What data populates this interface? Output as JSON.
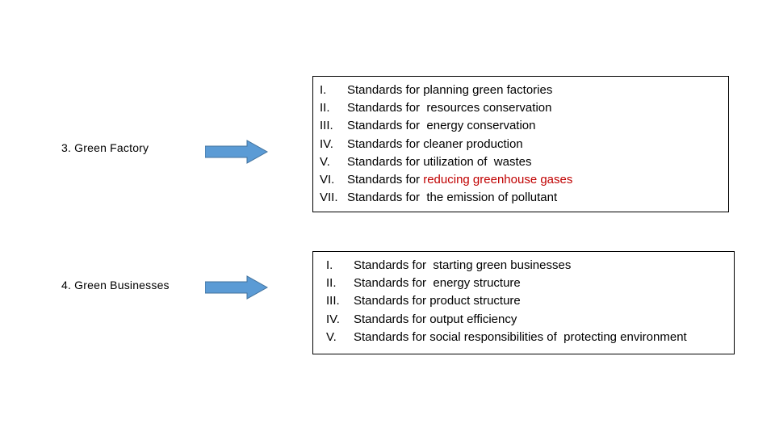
{
  "slide": {
    "rows": [
      {
        "label": "3. Green Factory",
        "arrow_name": "arrow-right-green-factory",
        "items": [
          {
            "numeral": "I.",
            "text": "Standards for planning green factories"
          },
          {
            "numeral": "II.",
            "text": "Standards for  resources conservation"
          },
          {
            "numeral": "III.",
            "text": "Standards for  energy conservation"
          },
          {
            "numeral": "IV.",
            "text": "Standards for cleaner production"
          },
          {
            "numeral": "V.",
            "text": "Standards for utilization of  wastes"
          },
          {
            "numeral": "VI.",
            "text": "Standards for ",
            "highlight": "reducing greenhouse gases"
          },
          {
            "numeral": "VII.",
            "text": "Standards for  the emission of pollutant"
          }
        ]
      },
      {
        "label": "4. Green Businesses",
        "arrow_name": "arrow-right-green-businesses",
        "items": [
          {
            "numeral": "I.",
            "text": "Standards for  starting green businesses"
          },
          {
            "numeral": "II.",
            "text": "Standards for  energy structure"
          },
          {
            "numeral": "III.",
            "text": "Standards for product structure"
          },
          {
            "numeral": "IV.",
            "text": "Standards for output efficiency"
          },
          {
            "numeral": "V.",
            "text": "Standards for social responsibilities of  protecting environment"
          }
        ]
      }
    ]
  },
  "colors": {
    "arrow_fill": "#5b9bd5",
    "arrow_stroke": "#41719c",
    "highlight_text": "#c00000",
    "box_border": "#000000",
    "body_text": "#000000"
  }
}
